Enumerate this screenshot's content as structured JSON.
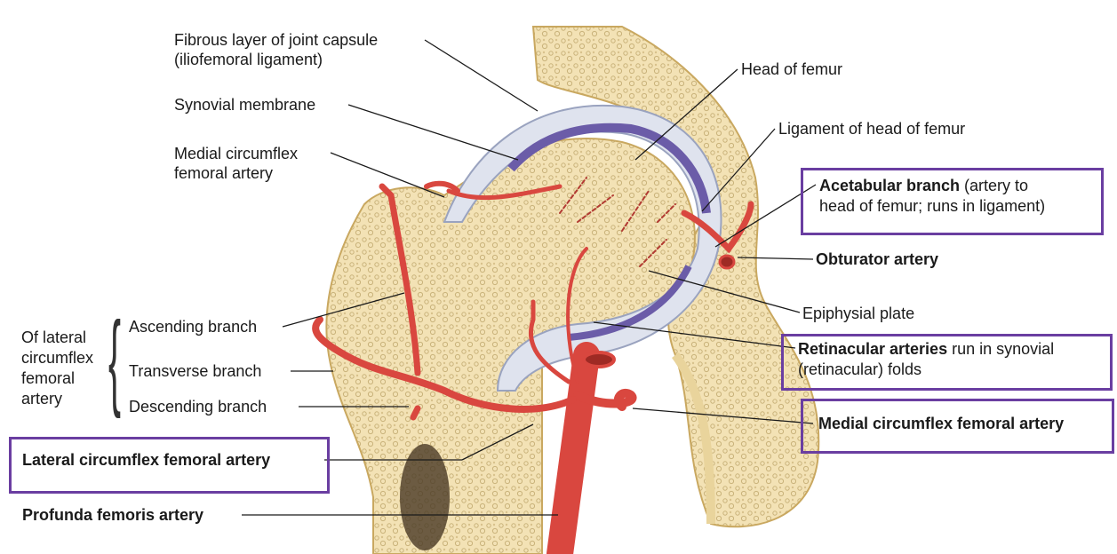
{
  "labels": {
    "fibrous_1": "Fibrous layer of joint capsule",
    "fibrous_2": "(iliofemoral ligament)",
    "synovial": "Synovial membrane",
    "mcfa_top_1": "Medial circumflex",
    "mcfa_top_2": "femoral artery",
    "head": "Head of femur",
    "ligament": "Ligament of head of femur",
    "acetabular_bold": "Acetabular branch",
    "acetabular_rest": " (artery to",
    "acetabular_2": "head of femur; runs in ligament)",
    "obturator": "Obturator artery",
    "epiphysial": "Epiphysial plate",
    "retinacular_bold": "Retinacular arteries",
    "retinacular_rest": " run in synovial",
    "retinacular_2": "(retinacular) folds",
    "mcfa_right": "Medial circumflex femoral artery",
    "of_lateral_1": "Of lateral",
    "of_lateral_2": "circumflex",
    "of_lateral_3": "femoral",
    "of_lateral_4": "artery",
    "ascending": "Ascending branch",
    "transverse": "Transverse branch",
    "descending": "Descending branch",
    "lcfa": "Lateral circumflex femoral artery",
    "profunda": "Profunda femoris artery"
  },
  "colors": {
    "bone": "#f3e2b5",
    "cortex": "#e9d49c",
    "artery": "#d9473f",
    "artery_dark": "#9e2a24",
    "synovial": "#6b5ca8",
    "capsule": "#dfe3ee",
    "highlight_box": "#6a3ea1"
  }
}
